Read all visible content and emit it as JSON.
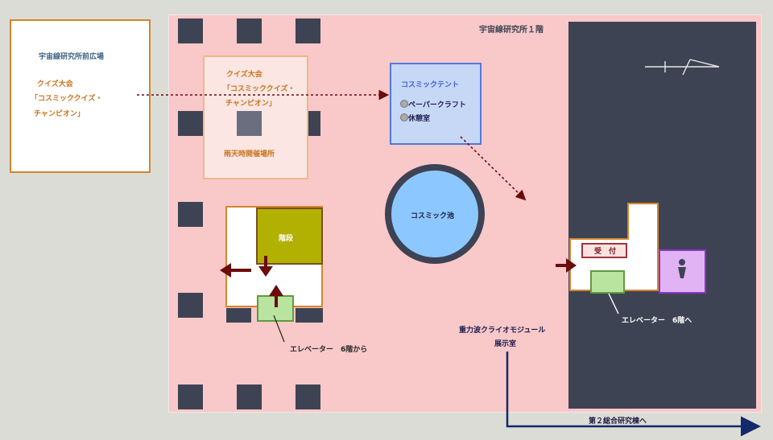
{
  "map": {
    "floor_label": "宇宙線研究所１階",
    "plaza": {
      "title": "宇宙線研究所前広場",
      "event_line1": "クイズ大会",
      "event_line2": "「コスミッククイズ・",
      "event_line3": "チャンピオン」"
    },
    "quiz_venue": {
      "line1": "クイズ大会",
      "line2": "「コスミッククイズ・",
      "line3": "チャンピオン」",
      "rain_note": "雨天時開催場所"
    },
    "tent": {
      "title": "コスミックテント",
      "item1": "ペーパークラフト",
      "item2": "休憩室"
    },
    "pond": "コスミック池",
    "stairs": "階段",
    "elevator_left_label": "エレベーター　6階から",
    "reception": "受　付",
    "elevator_right_label": "エレベーター　6階へ",
    "exhibit_line1": "重力波クライオモジュール",
    "exhibit_line2": "展示室",
    "exit_label": "第２総合研究棟へ"
  },
  "colors": {
    "floor": "#f9c8c8",
    "dark_zone": "#3e4354",
    "plaza_text": "#c9731c",
    "plaza_title": "#3d6485",
    "tent_text": "#3b62d1",
    "arrow_dark": "#6b0b0b",
    "exit_arrow": "#14296b"
  }
}
